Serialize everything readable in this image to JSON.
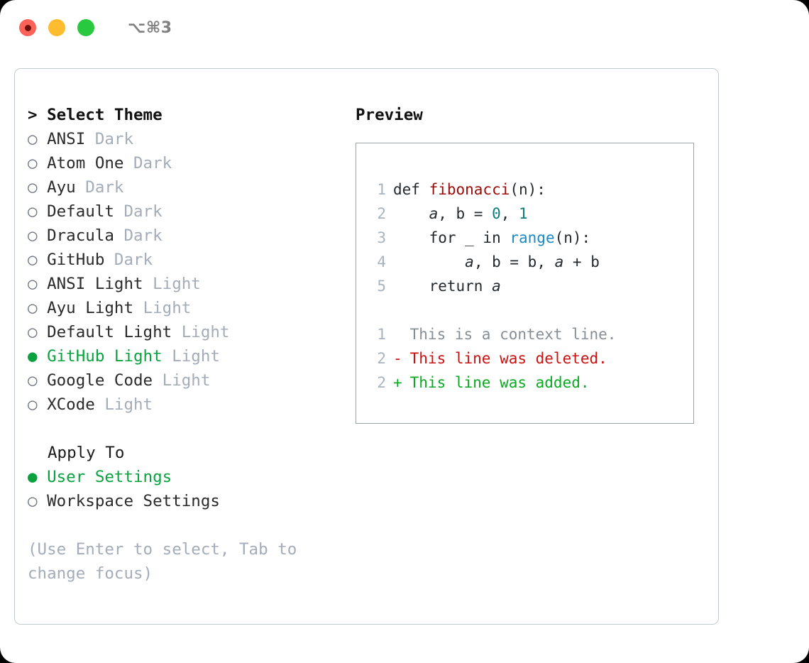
{
  "titlebar": {
    "shortcut": "⌥⌘3",
    "buttons": {
      "close": "close-button",
      "minimize": "minimize-button",
      "maximize": "maximize-button"
    }
  },
  "theme_picker": {
    "header": "> Select Theme",
    "markers": {
      "unselected": "○",
      "selected": "●"
    },
    "items": [
      {
        "marker": "○",
        "label": "ANSI",
        "variant": "Dark",
        "selected": false
      },
      {
        "marker": "○",
        "label": "Atom One",
        "variant": "Dark",
        "selected": false
      },
      {
        "marker": "○",
        "label": "Ayu",
        "variant": "Dark",
        "selected": false
      },
      {
        "marker": "○",
        "label": "Default",
        "variant": "Dark",
        "selected": false
      },
      {
        "marker": "○",
        "label": "Dracula",
        "variant": "Dark",
        "selected": false
      },
      {
        "marker": "○",
        "label": "GitHub",
        "variant": "Dark",
        "selected": false
      },
      {
        "marker": "○",
        "label": "ANSI Light",
        "variant": "Light",
        "selected": false
      },
      {
        "marker": "○",
        "label": "Ayu Light",
        "variant": "Light",
        "selected": false
      },
      {
        "marker": "○",
        "label": "Default Light",
        "variant": "Light",
        "selected": false
      },
      {
        "marker": "●",
        "label": "GitHub Light",
        "variant": "Light",
        "selected": true
      },
      {
        "marker": "○",
        "label": "Google Code",
        "variant": "Light",
        "selected": false
      },
      {
        "marker": "○",
        "label": "XCode",
        "variant": "Light",
        "selected": false
      }
    ]
  },
  "apply_to": {
    "header": "Apply To",
    "items": [
      {
        "marker": "●",
        "label": "User Settings",
        "selected": true
      },
      {
        "marker": "○",
        "label": "Workspace Settings",
        "selected": false
      }
    ]
  },
  "hint": "(Use Enter to select, Tab to\nchange focus)",
  "preview": {
    "title": "Preview",
    "code": {
      "line1_no": "1",
      "line1_kw": "def ",
      "line1_fn": "fibonacci",
      "line1_rest": "(n):",
      "line2_no": "2",
      "line2_pre": "    ",
      "line2_a": "a",
      "line2_mid": ", b = ",
      "line2_n1": "0",
      "line2_sep": ", ",
      "line2_n2": "1",
      "line3_no": "3",
      "line3_pre": "    for _ in ",
      "line3_call": "range",
      "line3_rest": "(n):",
      "line4_no": "4",
      "line4_pre": "        ",
      "line4_a": "a",
      "line4_mid": ", b = b, ",
      "line4_a2": "a",
      "line4_rest": " + b",
      "line5_no": "5",
      "line5_pre": "    return ",
      "line5_a": "a"
    },
    "diff": [
      {
        "no": "1",
        "sign": " ",
        "text": " This is a context line.",
        "kind": "context"
      },
      {
        "no": "2",
        "sign": "-",
        "text": " This line was deleted.",
        "kind": "deleted"
      },
      {
        "no": "2",
        "sign": "+",
        "text": " This line was added.",
        "kind": "added"
      }
    ]
  },
  "colors": {
    "selected_green": "#0aa23f",
    "variant_gray": "#a3acb8",
    "hint_gray": "#a3acb8",
    "diff_deleted": "#cc1111",
    "diff_added": "#0aaa22",
    "diff_context": "#868e96",
    "code_function": "#9c0a0a",
    "code_number": "#0d7c7c",
    "code_call": "#1a8ac7",
    "line_number": "#a9b3bf",
    "panel_border": "#c4cad4",
    "preview_border": "#99a3b2",
    "traffic_red": "#fd6157",
    "traffic_amber": "#febc2e",
    "traffic_green": "#28c83f"
  }
}
